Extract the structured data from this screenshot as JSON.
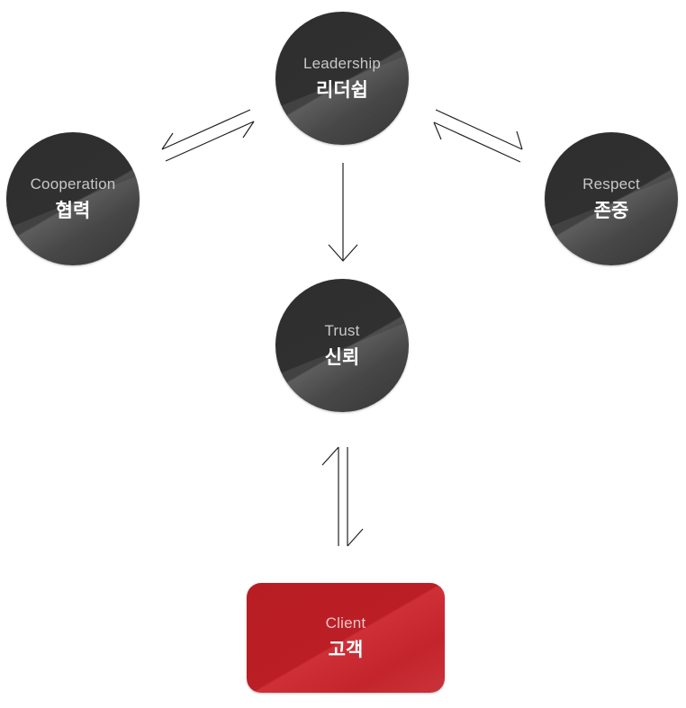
{
  "nodes": {
    "leadership": {
      "en": "Leadership",
      "ko": "리더쉽"
    },
    "cooperation": {
      "en": "Cooperation",
      "ko": "협력"
    },
    "respect": {
      "en": "Respect",
      "ko": "존중"
    },
    "trust": {
      "en": "Trust",
      "ko": "신뢰"
    },
    "client": {
      "en": "Client",
      "ko": "고객"
    }
  },
  "colors": {
    "node_dark": "#303030",
    "client_red": "#bb1f25",
    "arrow": "#222222"
  }
}
